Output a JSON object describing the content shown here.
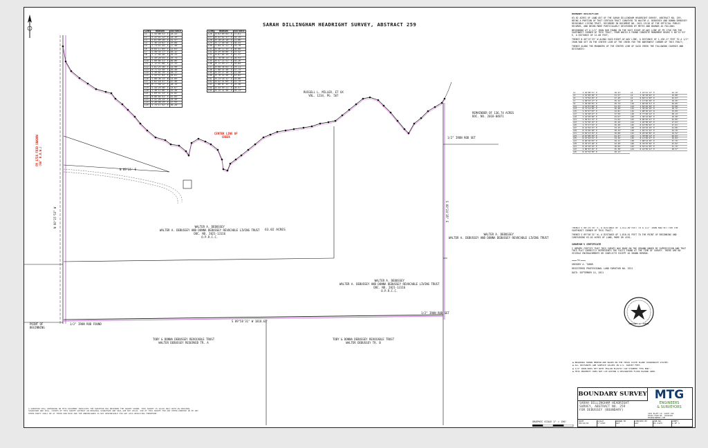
{
  "title": "SARAH DILLINGHAM HEADRIGHT SURVEY, ABSTRACT 259",
  "labels": {
    "center_creek": "CENTER LINE OF\nCREEK",
    "west_road": "FM 1756 FRIO SHADOW\n(60' R.O.W.)",
    "acres": "63.02 ACRES",
    "tract_main_1": "WALTER A. DEBUSSEY",
    "tract_main_2": "WALTER A. DEBUSSEY AND DONNA DEBUSSEY REVOCABLE LIVING TRUST",
    "tract_main_3": "DOC. NO. 2021-13116",
    "tract_main_4": "O.P.R.C.C.",
    "tract_south_1": "WALTER A. DEBUSSEY",
    "tract_south_2": "WALTER A. DEBUSSEY AND DONNA DEBUSSEY REVOCABLE LIVING TRUST",
    "tract_south_3": "DOC. NO. 2021-13116",
    "tract_south_4": "O.P.R.C.C.",
    "tract_east_1": "WALTER A. DEBUSSEY",
    "tract_east_2": "WALTER A. DEBUSSEY AND DONNA DEBUSSEY REVOCABLE LIVING TRUST",
    "tract_north_1": "RUSSELL L. MILLER, ET UX",
    "tract_north_2": "VOL. 1234, PG. 567",
    "tract_ne_1": "REMAINDER OF 136.74 ACRES",
    "tract_ne_2": "DOC. NO. 2018-04871",
    "south_tract_a1": "TOBY & DONNA DEBUSSEY REVOCABLE TRUST",
    "south_tract_a2": "WALTER DEBUSSEY RESERVED TR. A",
    "south_tract_b1": "TOBY & DONNA DEBUSSEY REVOCABLE TRUST",
    "south_tract_b2": "WALTER DEBUSSEY TR. B",
    "bearing_south": "S 89°58'31\" W  1818.61'",
    "bearing_east": "S 00°24'35\" E",
    "bearing_west": "N 00°15'53\" W",
    "pob": "POINT OF\nBEGINNING",
    "fir_1": "1/2\" IRON ROD FOUND",
    "fir_2": "1/2\" IRON ROD SET",
    "fir_3": "1/2\" IRON ROD SET",
    "rec": "N 89°35' E"
  },
  "curve_table_left": {
    "headers": [
      "LINE",
      "BEARING",
      "DISTANCE"
    ],
    "rows": [
      [
        "L1",
        "S 45°08'51\" E",
        "18.43'"
      ],
      [
        "L2",
        "S 22°41'12\" E",
        "24.19'"
      ],
      [
        "L3",
        "S 61°09'28\" E",
        "31.57'"
      ],
      [
        "L4",
        "S 36°18'02\" E",
        "19.88'"
      ],
      [
        "L5",
        "S 73°52'45\" E",
        "27.40'"
      ],
      [
        "L6",
        "N 84°11'09\" E",
        "22.63'"
      ],
      [
        "L7",
        "S 58°33'17\" E",
        "35.12'"
      ],
      [
        "L8",
        "S 17°46'40\" E",
        "16.25'"
      ],
      [
        "L9",
        "S 49°20'55\" E",
        "29.74'"
      ],
      [
        "L10",
        "S 66°04'31\" E",
        "40.06'"
      ],
      [
        "L11",
        "S 12°57'08\" E",
        "21.33'"
      ],
      [
        "L12",
        "S 81°25'36\" E",
        "33.90'"
      ],
      [
        "L13",
        "N 71°14'50\" E",
        "26.48'"
      ],
      [
        "L14",
        "S 39°02'19\" E",
        "18.72'"
      ],
      [
        "L15",
        "S 55°47'03\" E",
        "44.81'"
      ],
      [
        "L16",
        "S 08°36'24\" W",
        "15.09'"
      ],
      [
        "L17",
        "S 62°18'47\" E",
        "37.56'"
      ],
      [
        "L18",
        "N 77°40'12\" E",
        "28.14'"
      ],
      [
        "L19",
        "S 44°29'58\" E",
        "23.67'"
      ],
      [
        "L20",
        "S 30°12'06\" E",
        "19.30'"
      ],
      [
        "L21",
        "S 69°51'33\" E",
        "31.02'"
      ],
      [
        "L22",
        "N 86°03'41\" E",
        "42.85'"
      ],
      [
        "L23",
        "S 51°26'15\" E",
        "25.49'"
      ],
      [
        "L24",
        "S 26°58'29\" E",
        "17.93'"
      ],
      [
        "L25",
        "S 75°17'52\" E",
        "36.28'"
      ]
    ]
  },
  "curve_table_right": {
    "headers": [
      "LINE",
      "BEARING",
      "DISTANCE"
    ],
    "rows": [
      [
        "L26",
        "N 63°09'04\" E",
        "27.61'"
      ],
      [
        "L27",
        "N 41°52'37\" E",
        "33.15'"
      ],
      [
        "L28",
        "N 18°24'10\" E",
        "21.06'"
      ],
      [
        "L29",
        "N 72°46'58\" E",
        "38.44'"
      ],
      [
        "L30",
        "S 84°31'22\" E",
        "24.70'"
      ],
      [
        "L31",
        "N 56°13'45\" E",
        "30.88'"
      ],
      [
        "L32",
        "N 29°40'06\" E",
        "19.52'"
      ],
      [
        "L33",
        "N 67°05'39\" E",
        "41.37'"
      ],
      [
        "L34",
        "S 78°58'14\" E",
        "26.93'"
      ],
      [
        "L35",
        "N 47°22'51\" E",
        "34.26'"
      ],
      [
        "L36",
        "N 11°49'27\" E",
        "16.84'"
      ],
      [
        "L37",
        "N 60°36'03\" E",
        "29.11'"
      ],
      [
        "L38",
        "S 88°14'40\" E",
        "37.75'"
      ],
      [
        "L39",
        "N 35°27'18\" E",
        "22.40'"
      ],
      [
        "L40",
        "N 70°53'56\" E",
        "43.02'"
      ],
      [
        "L41",
        "N 24°18'32\" E",
        "18.66'"
      ],
      [
        "L42",
        "N 52°41'09\" E",
        "31.79'"
      ],
      [
        "L43",
        "S 80°07'45\" E",
        "25.38'"
      ],
      [
        "L44",
        "N 44°59'21\" E",
        "28.57'"
      ],
      [
        "L45",
        "N 15°32'58\" E",
        "20.13'"
      ]
    ]
  },
  "notes": {
    "heading": "BOUNDARY DESCRIPTION",
    "p1": "63.02 ACRES OF LAND OUT OF THE SARAH DILLINGHAM HEADRIGHT SURVEY, ABSTRACT NO. 259, BEING A PORTION OF THAT CERTAIN TRACT CONVEYED TO WALTER A. DEBUSSEY AND DONNA DEBUSSEY REVOCABLE LIVING TRUST, RECORDED IN DOCUMENT NO. 2021-13116 OF THE OFFICIAL PUBLIC RECORDS, AND BEING MORE PARTICULARLY DESCRIBED BY METES AND BOUNDS AS FOLLOWS:",
    "p2": "BEGINNING AT A 1/2\" IRON ROD FOUND IN THE EAST RIGHT-OF-WAY LINE OF FM 1756 FOR THE SOUTHWEST CORNER OF THIS TRACT, FROM WHICH A FOUND CONCRETE MONUMENT BEARS S 00°15'53\" E, A DISTANCE OF 12.08 FEET;",
    "p3": "THENCE N 00°15'53\" W ALONG SAID RIGHT-OF-WAY LINE, A DISTANCE OF 1,436.27 FEET TO A 1/2\" IRON ROD SET IN THE CENTER LINE OF THE CREEK FOR THE NORTHWEST CORNER OF THIS TRACT;",
    "p4": "THENCE ALONG THE MEANDERS OF THE CENTER LINE OF SAID CREEK THE FOLLOWING COURSES AND DISTANCES:",
    "p5": "THENCE S 00°24'35\" E, A DISTANCE OF 1,512.40 FEET TO A 1/2\" IRON ROD SET FOR THE SOUTHEAST CORNER OF THIS TRACT;",
    "p6": "THENCE S 89°58'31\" W, A DISTANCE OF 1,818.61 FEET TO THE POINT OF BEGINNING AND CONTAINING 63.02 ACRES OF LAND, MORE OR LESS.",
    "cert_heading": "SURVEYOR'S CERTIFICATE",
    "cert": "I HEREBY CERTIFY THAT THIS SURVEY WAS MADE ON THE GROUND UNDER MY SUPERVISION AND THAT THIS PLAT CORRECTLY REPRESENTS THE FACTS FOUND AT THE TIME OF SURVEY. THERE ARE NO VISIBLE ENCROACHMENTS OR CONFLICTS EXCEPT AS SHOWN HEREON.",
    "signer": "GREGORY A. TABOR",
    "signer2": "REGISTERED PROFESSIONAL LAND SURVEYOR NO. 5321",
    "date": "DATE: SEPTEMBER 14, 2021"
  },
  "legend": [
    "BEARINGS SHOWN HEREON ARE BASED ON THE TEXAS STATE PLANE COORDINATE SYSTEM.",
    "ALL DISTANCES ARE SURFACE VALUES IN U.S. SURVEY FEET.",
    "1/2\" IRON RODS SET WITH YELLOW PLASTIC CAP STAMPED \"MTG ENG\".",
    "THIS PROPERTY DOES NOT LIE WITHIN A DESIGNATED FLOOD HAZARD AREA."
  ],
  "general_note": "A SURVEYOR SEAL APPEARING ON THIS DOCUMENT INDICATES THE SURVEYOR HAS REVIEWED THE SURVEY SHOWN. THIS SURVEY IS VALID ONLY WITH AN ORIGINAL SIGNATURE AND SEAL. COPIES OF THIS SURVEY WITHOUT AN ORIGINAL SIGNATURE AND SEAL ARE NOT VALID. USE OF THIS SURVEY FOR ANY OTHER PURPOSE OR BY ANY OTHER PARTY SHALL BE AT THEIR OWN RISK AND THE UNDERSIGNED IS NOT RESPONSIBLE FOR ANY LOSS RESULTING THEREFROM.",
  "scale_label": "GRAPHIC SCALE  1\" = 150'",
  "title_block": {
    "heading": "BOUNDARY SURVEY",
    "subtitle": "SARAH DILLINGHAM HEADRIGHT\nSURVEY, ABSTRACT NO. 259\nFOR DEBUSSEY (BOUNDARY)",
    "logo": "MTG",
    "logo_sub": "ENGINEERS\n& SURVEYORS",
    "address": "3301 BLUFF LN. SUITE 100\nTEXAS FIRM NO. 10194440\nMTGENGINEERS.COM",
    "cells": [
      "DATE\n09/14/21",
      "SCALE\n1\"=150'",
      "DRAWN BY\nGAT",
      "CHECKED BY\nGAT",
      "JOB NO.\n21-1123",
      "SHEET\n1 OF 1"
    ]
  },
  "seal_text": "GREGORY A. TABOR"
}
